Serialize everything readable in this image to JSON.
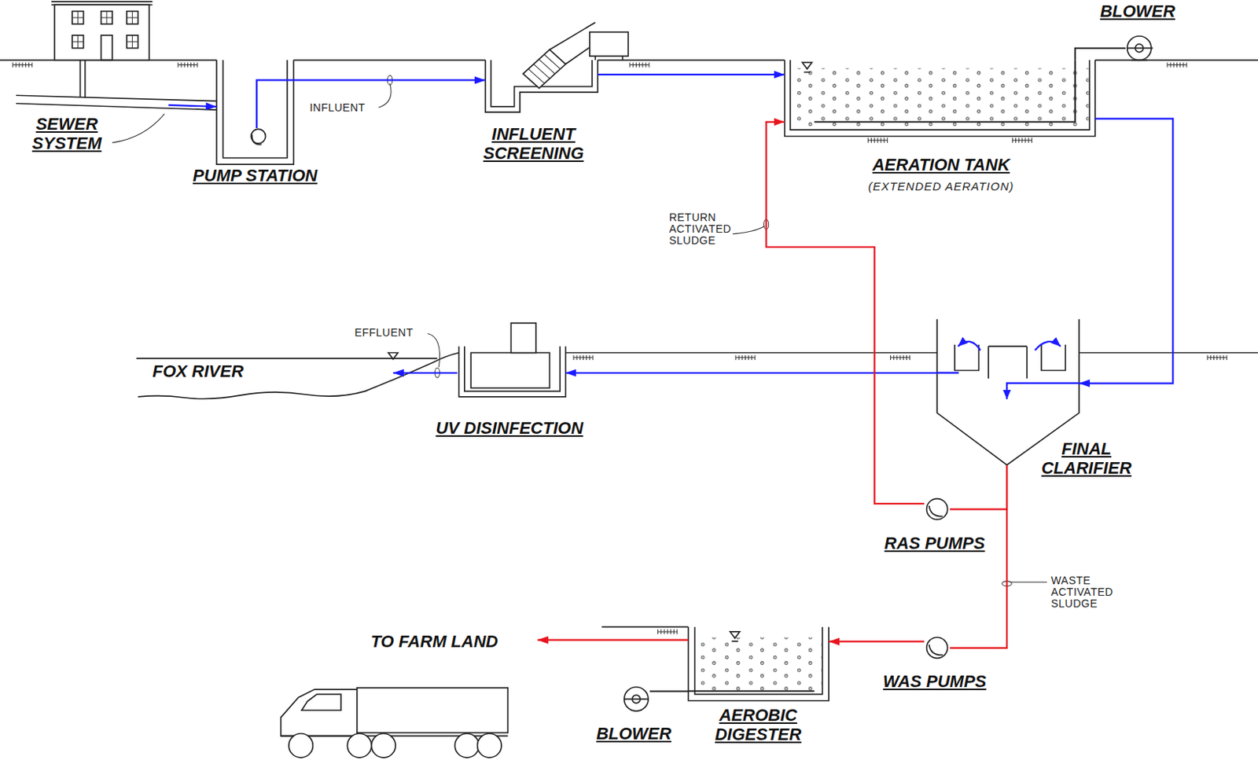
{
  "diagram": {
    "nodes": [
      {
        "text": [
          "SEWER SYSTEM"
        ]
      },
      {
        "text": [
          "PUMP STATION"
        ]
      },
      {
        "text": [
          "INFLUENT SCREENING"
        ]
      },
      {
        "text": [
          "AERATION TANK",
          "(EXTENDED AERATION)"
        ]
      },
      {
        "text": [
          "BLOWER"
        ]
      },
      {
        "text": [
          "FINAL CLARIFIER"
        ]
      },
      {
        "text": [
          "UV DISINFECTION"
        ]
      },
      {
        "text": [
          "FOX RIVER"
        ]
      },
      {
        "text": [
          "RAS PUMPS"
        ]
      },
      {
        "text": [
          "WAS PUMPS"
        ]
      },
      {
        "text": [
          "AEROBIC DIGESTER"
        ]
      },
      {
        "text": [
          "BLOWER"
        ]
      },
      {
        "text": [
          "TO FARM LAND"
        ]
      }
    ],
    "edges": [
      {
        "from": 0,
        "to": 1,
        "arrow": "to"
      },
      {
        "from": 1,
        "to": 2,
        "arrow": "to",
        "label": "INFLUENT"
      },
      {
        "from": 2,
        "to": 3,
        "arrow": "to"
      },
      {
        "from": 4,
        "to": 3,
        "arrow": "none"
      },
      {
        "from": 3,
        "to": 5,
        "arrow": "to"
      },
      {
        "from": 5,
        "to": 6,
        "arrow": "to"
      },
      {
        "from": 6,
        "to": 7,
        "arrow": "to",
        "label": "EFFLUENT"
      },
      {
        "from": 5,
        "to": 8,
        "arrow": "none"
      },
      {
        "from": 8,
        "to": 3,
        "arrow": "to",
        "label": "RETURN ACTIVATED SLUDGE"
      },
      {
        "from": 5,
        "to": 9,
        "arrow": "none",
        "label": "WASTE ACTIVATED SLUDGE"
      },
      {
        "from": 9,
        "to": 10,
        "arrow": "to"
      },
      {
        "from": 10,
        "to": 12,
        "arrow": "to"
      },
      {
        "from": 11,
        "to": 10,
        "arrow": "none"
      }
    ]
  }
}
